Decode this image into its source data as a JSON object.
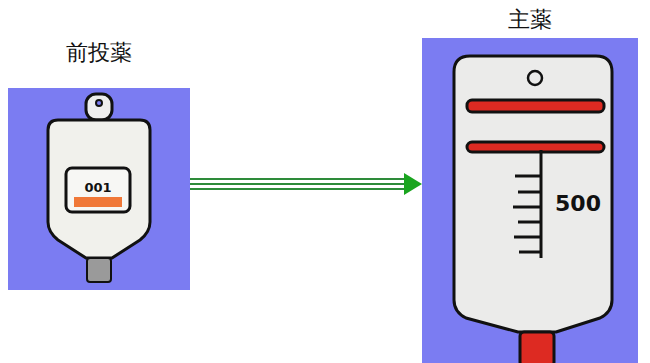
{
  "diagram": {
    "nodes": [
      {
        "text": [
          "前投薬"
        ]
      },
      {
        "text": [
          "主薬"
        ]
      }
    ],
    "edges": [
      {
        "from": 0,
        "to": 1,
        "arrow": "to"
      }
    ],
    "labels": [
      "001",
      "500"
    ]
  }
}
